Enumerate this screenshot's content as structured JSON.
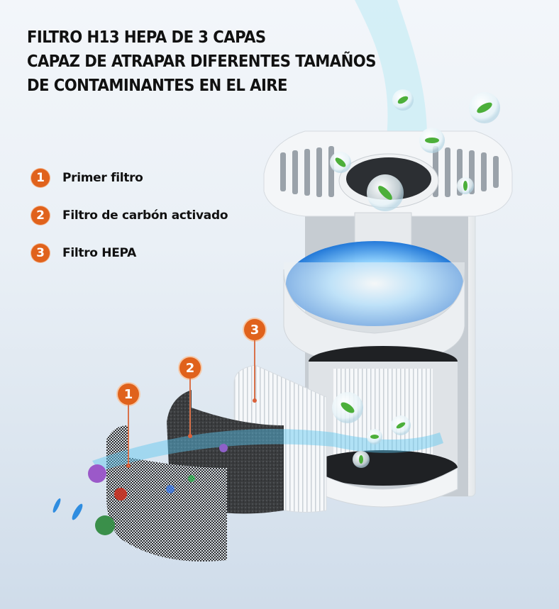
{
  "headline": {
    "lines": [
      "FILTRO H13 HEPA DE 3 CAPAS",
      "CAPAZ DE ATRAPAR DIFERENTES TAMAÑOS",
      "DE CONTAMINANTES EN EL AIRE"
    ]
  },
  "legend": {
    "items": [
      {
        "number": "1",
        "label": "Primer filtro"
      },
      {
        "number": "2",
        "label": "Filtro de carbón activado"
      },
      {
        "number": "3",
        "label": "Filtro HEPA"
      }
    ]
  },
  "markers": [
    {
      "number": "1"
    },
    {
      "number": "2"
    },
    {
      "number": "3"
    }
  ],
  "colors": {
    "accent": "#e0621c",
    "text": "#111111",
    "background": "#eaf0f6",
    "airflow": "#2aa8e8",
    "leaf": "#4caf3a"
  }
}
